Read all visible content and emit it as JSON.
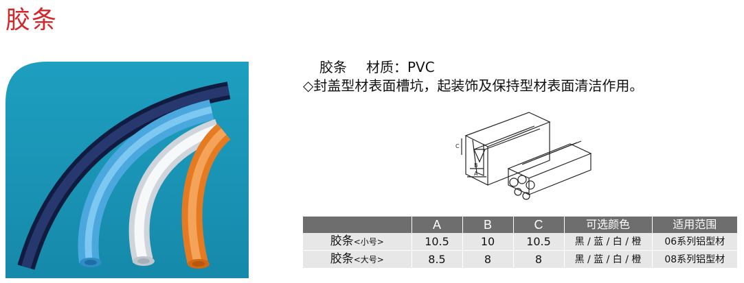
{
  "page": {
    "title": "胶条"
  },
  "description": {
    "name": "胶条",
    "material": "材质：PVC",
    "usage": "◇封盖型材表面槽坑，起装饰及保持型材表面清洁作用。"
  },
  "drawing": {
    "labels": [
      "C",
      "B",
      "A"
    ]
  },
  "spec_table": {
    "headers": [
      "",
      "A",
      "B",
      "C",
      "可选颜色",
      "适用范围"
    ],
    "rows": [
      {
        "name": "胶条",
        "size": "<小号>",
        "a": "10.5",
        "b": "10",
        "c": "10.5",
        "colors": "黑 / 蓝 / 白 / 橙",
        "range": "06系列铝型材"
      },
      {
        "name": "胶条",
        "size": "<大号>",
        "a": "8.5",
        "b": "8",
        "c": "8",
        "colors": "黑 / 蓝 / 白 / 橙",
        "range": "08系列铝型材"
      }
    ]
  },
  "colors": {
    "title_red": "#d4262a",
    "photo_bg": "#1a99ba",
    "strip_navy": "#1c2d5c",
    "strip_blue": "#5fb7ea",
    "strip_white": "#e6eaee",
    "strip_orange": "#f08a33",
    "table_header": "#6e6e6e",
    "table_row": "#e7e7e7"
  }
}
